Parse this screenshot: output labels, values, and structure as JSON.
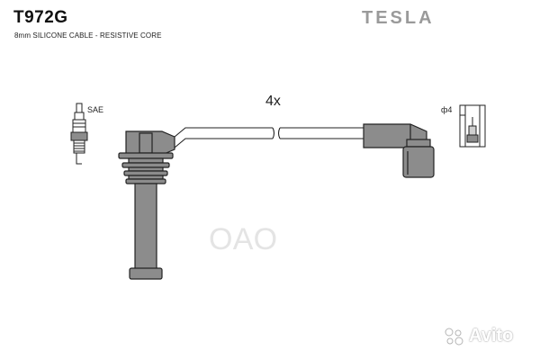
{
  "header": {
    "part_number": "T972G",
    "spec": "8mm SILICONE CABLE - RESISTIVE CORE",
    "brand": "TESLA"
  },
  "drawing": {
    "quantity": "4x",
    "plug_standard": "SAE",
    "terminal_diameter": "ф4"
  },
  "watermarks": {
    "center_text": "ОАО",
    "corner_text": "Avito"
  },
  "colors": {
    "boot_fill": "#8c8c8c",
    "outline": "#222222",
    "brand_gray": "#9a9a9a"
  }
}
